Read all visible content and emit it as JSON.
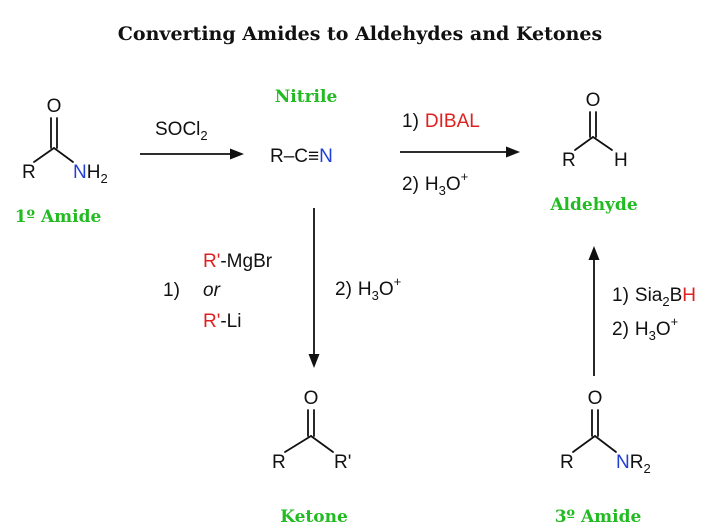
{
  "title": "Converting Amides to Aldehydes and Ketones",
  "colors": {
    "name": "#22bb22",
    "red": "#e02020",
    "blue": "#1f3fd6",
    "ink": "#111111"
  },
  "names": {
    "primary_amide": "1º Amide",
    "nitrile": "Nitrile",
    "aldehyde": "Aldehyde",
    "ketone": "Ketone",
    "tertiary_amide": "3º Amide"
  },
  "atoms": {
    "R": "R",
    "O": "O",
    "N": "N",
    "H": "H",
    "R_prime": "R'",
    "H2": "2",
    "NR": "NR",
    "R2": "2",
    "nitrile_R": "R–C≡",
    "nitrile_N": "N"
  },
  "reagents": {
    "socl": "SOCl",
    "socl_sub": "2",
    "step1": "1)",
    "step2": "2)",
    "dibal": "DIBAL",
    "h3o": "H",
    "h3o_sub": "3",
    "h3o_o": "O",
    "h3o_sup": "+",
    "rprime": "R'",
    "mgbr": "-MgBr",
    "or": "or",
    "li": "-Li",
    "sia": "Sia",
    "sia_sub": "2",
    "b": "B",
    "bh_h": "H"
  }
}
